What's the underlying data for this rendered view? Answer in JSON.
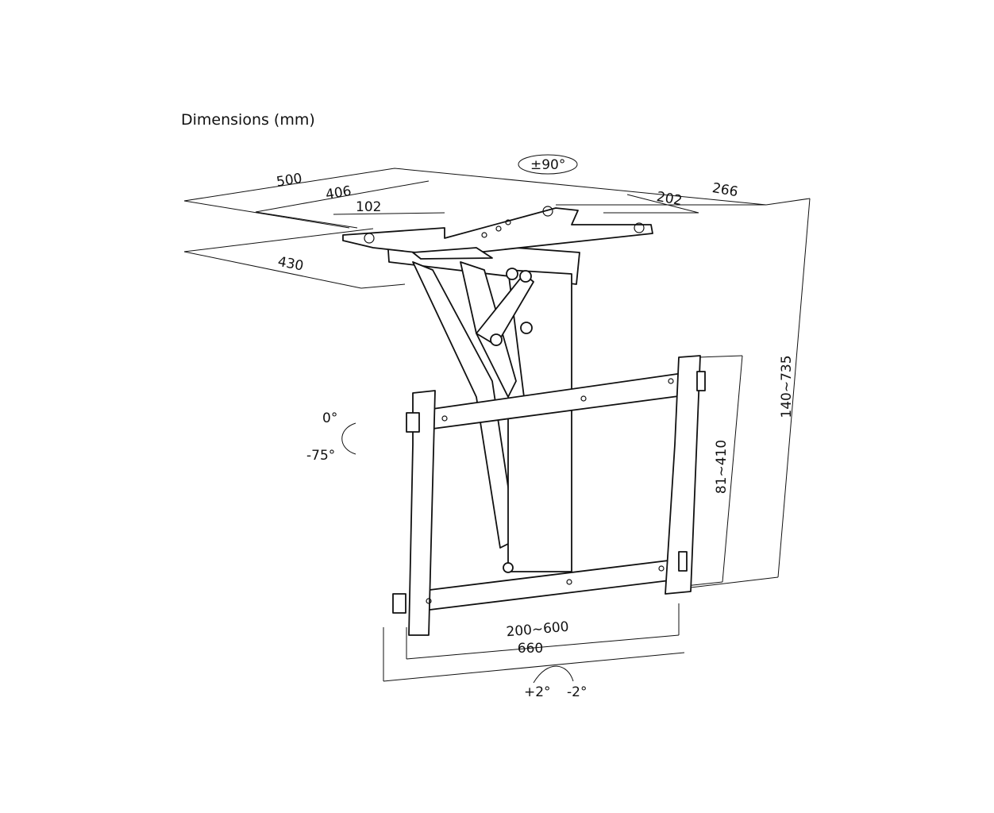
{
  "title": "Dimensions (mm)",
  "dimensions": {
    "ceiling_plate_length": "500",
    "ceiling_hole_span": "406",
    "ceiling_inner_span": "102",
    "ceiling_plate_depth": "430",
    "swivel": "±90°",
    "plate_width": "266",
    "plate_hole_width": "202",
    "drop_height": "140~735",
    "vertical_vesa": "81~410",
    "tilt_top": "0°",
    "tilt_bottom": "-75°",
    "horizontal_vesa": "200~600",
    "bracket_width": "660",
    "level_plus": "+2°",
    "level_minus": "-2°"
  }
}
